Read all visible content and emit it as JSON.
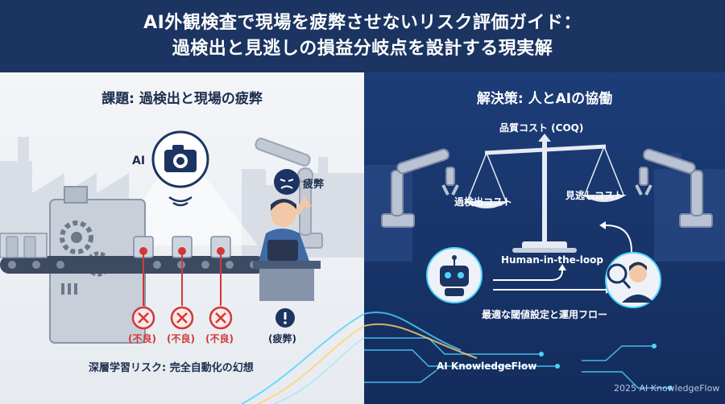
{
  "header": {
    "title_line1": "AI外観検査で現場を疲弊させないリスク評価ガイド：",
    "title_line2": "過検出と見逃しの損益分岐点を設計する現実解"
  },
  "left_panel": {
    "heading": "課題: 過検出と現場の疲弊",
    "ai_label": "AI",
    "fatigue_top": "疲弊",
    "defect_labels": [
      "(不良)",
      "(不良)",
      "(不良)"
    ],
    "fatigue_bottom": "(疲弊)",
    "caption": "深層学習リスク: 完全自動化の幻想"
  },
  "right_panel": {
    "heading": "解決策: 人とAIの協働",
    "coq_label": "品質コスト (COQ)",
    "overdetect_cost": "過検出コスト",
    "miss_cost": "見逃しコスト",
    "hitl_label": "Human-in-the-loop",
    "flow_caption": "最適な閾値設定と運用フロー",
    "brand": "AI KnowledgeFlow",
    "copyright": "2025 AI KnowledgeFlow"
  },
  "colors": {
    "header_bg": "#1b3461",
    "left_bg": "#eef1f5",
    "right_bg": "#1a3a74",
    "defect_red": "#d23838",
    "accent_cyan": "#4fd3ff",
    "accent_gold": "#ffd36b"
  }
}
